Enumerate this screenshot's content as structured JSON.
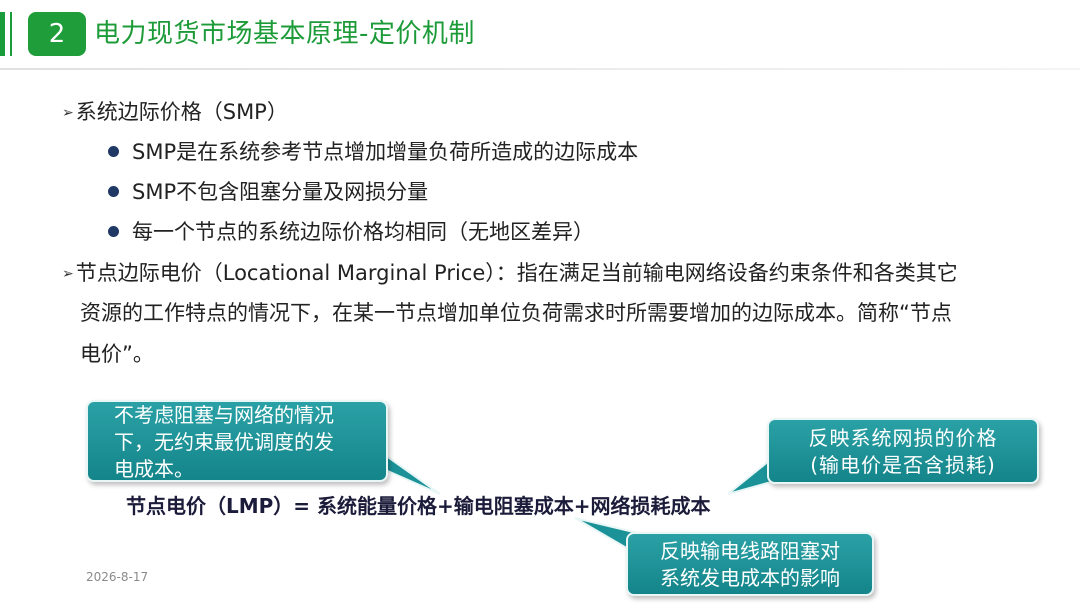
{
  "header": {
    "section_number": "2",
    "title": "电力现货市场基本原理-定价机制"
  },
  "content": {
    "smp_heading": "系统边际价格（SMP）",
    "smp_bullets": [
      "SMP是在系统参考节点增加增量负荷所造成的边际成本",
      "SMP不包含阻塞分量及网损分量",
      "每一个节点的系统边际价格均相同（无地区差异）"
    ],
    "lmp_lines": [
      "节点边际电价（Locational Marginal Price）：指在满足当前输电网络设备约束条件和各类其它",
      "资源的工作特点的情况下，在某一节点增加单位负荷需求时所需要增加的边际成本。简称“节点",
      "电价”。"
    ],
    "formula": "节点电价（LMP）= 系统能量价格+输电阻塞成本+网络损耗成本"
  },
  "callouts": {
    "left": [
      "不考虑阻塞与网络的情况",
      "下，无约束最优调度的发",
      "电成本。"
    ],
    "right": [
      "反映系统网损的价格",
      "(输电价是否含损耗)"
    ],
    "bottom": [
      "反映输电线路阻塞对",
      "系统发电成本的影响"
    ]
  },
  "footer": {
    "date": "2026-8-17"
  },
  "colors": {
    "accent_green": "#1f9d3a",
    "callout_teal": "#1a9298",
    "bullet_navy": "#1f3864"
  },
  "icons": {
    "list_marker": "arrowhead-icon",
    "bullet": "filled-circle-icon"
  }
}
